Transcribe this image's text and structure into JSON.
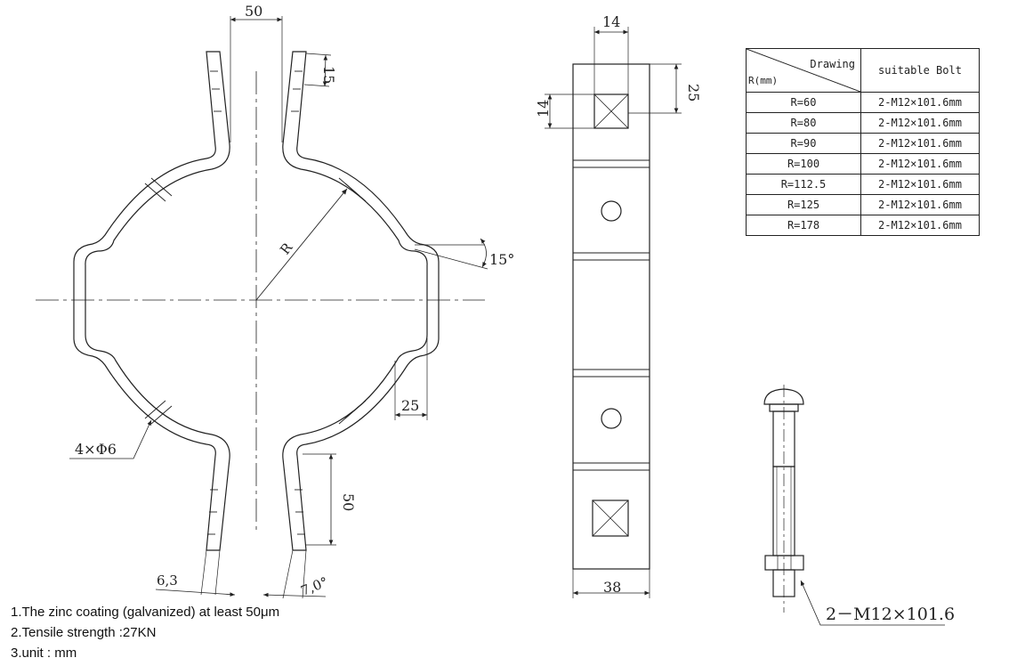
{
  "clamp": {
    "dim_top": "50",
    "dim_15": "15",
    "radius": "R",
    "angle": "15°",
    "dim_25": "25",
    "holes": "4×Φ6",
    "dim_50": "50",
    "dim_63": "6,3",
    "dim_70": "7,0°"
  },
  "strap": {
    "dim_14_top": "14",
    "dim_25": "25",
    "dim_14_side": "14",
    "dim_38": "38"
  },
  "bolt": {
    "label": "2－M12×101.6"
  },
  "table": {
    "header_drawing": "Drawing",
    "header_r": "R(mm)",
    "header_bolt": "suitable Bolt",
    "rows": [
      {
        "r": "R=60",
        "bolt": "2-M12×101.6mm"
      },
      {
        "r": "R=80",
        "bolt": "2-M12×101.6mm"
      },
      {
        "r": "R=90",
        "bolt": "2-M12×101.6mm"
      },
      {
        "r": "R=100",
        "bolt": "2-M12×101.6mm"
      },
      {
        "r": "R=112.5",
        "bolt": "2-M12×101.6mm"
      },
      {
        "r": "R=125",
        "bolt": "2-M12×101.6mm"
      },
      {
        "r": "R=178",
        "bolt": "2-M12×101.6mm"
      }
    ]
  },
  "notes": [
    "1.The zinc coating (galvanized) at least 50μm",
    "2.Tensile strength :27KN",
    "3.unit : mm"
  ]
}
